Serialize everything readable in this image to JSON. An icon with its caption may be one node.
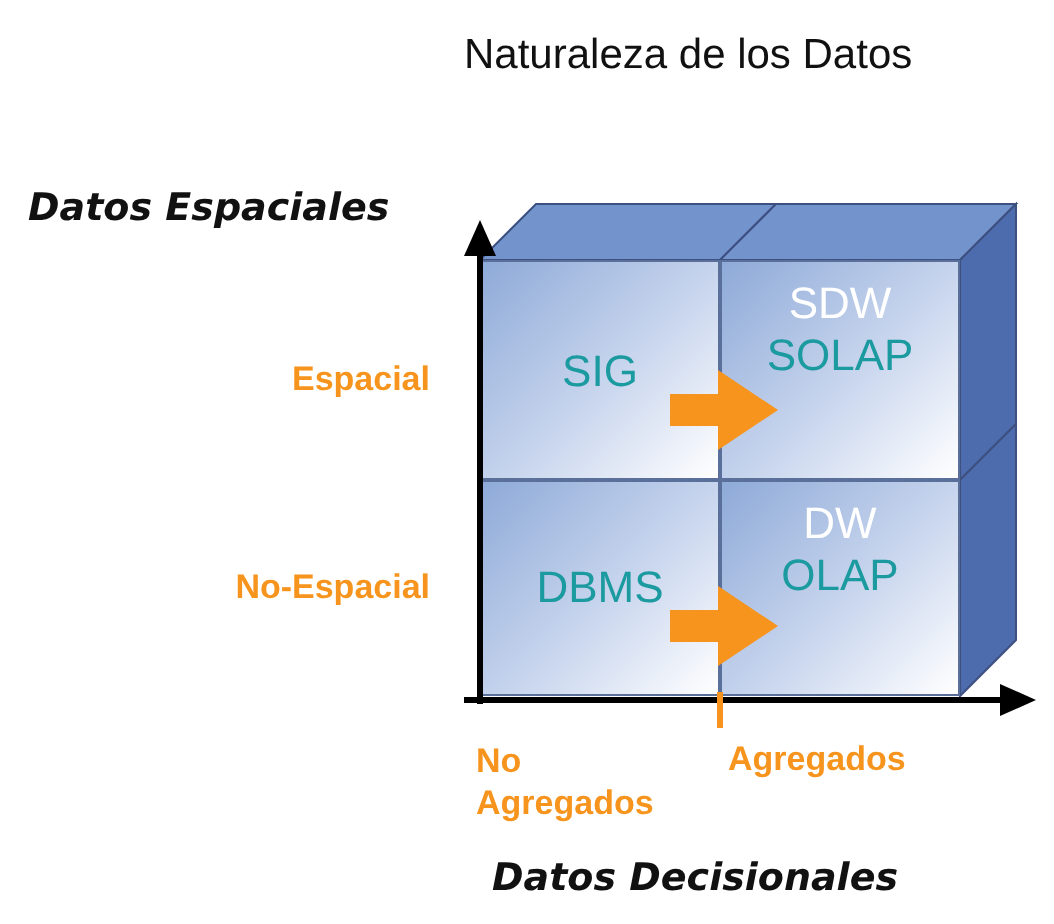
{
  "diagram": {
    "title": "Naturaleza de los Datos",
    "nodes": [
      {
        "text": [
          "SIG"
        ]
      },
      {
        "text": [
          "SDW",
          "SOLAP"
        ]
      },
      {
        "text": [
          "DBMS"
        ]
      },
      {
        "text": [
          "DW",
          "OLAP"
        ]
      }
    ],
    "edges": [
      {
        "from": 0,
        "to": 1,
        "arrow": "to"
      },
      {
        "from": 2,
        "to": 3,
        "arrow": "to"
      }
    ],
    "labels": [
      "Datos Espaciales",
      "Espacial",
      "No-Espacial",
      "No Agregados",
      "Agregados",
      "Datos Decisionales"
    ]
  }
}
